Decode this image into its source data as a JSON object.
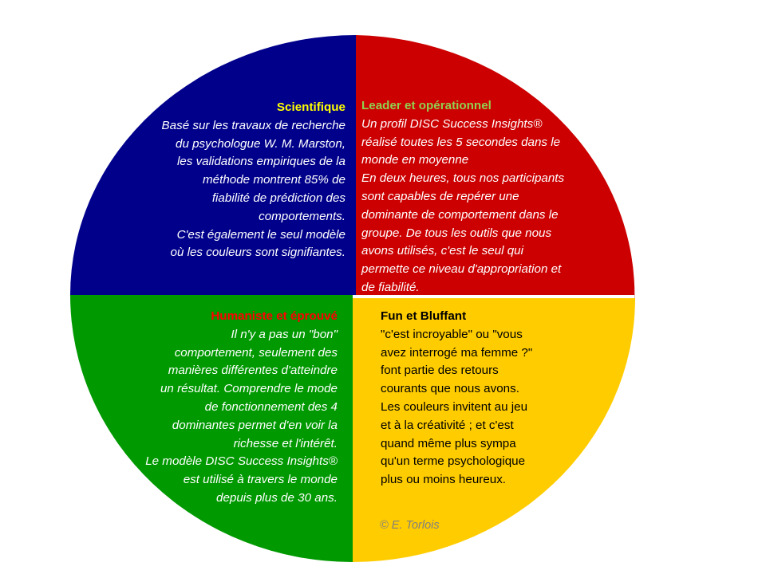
{
  "colors": {
    "scientifique": "#00008b",
    "leader": "#cc0000",
    "humaniste": "#009900",
    "fun": "#ffcc00"
  },
  "quadrants": {
    "scientifique": {
      "title": "Scientifique",
      "lines": [
        "Basé sur les travaux de recherche",
        "du psychologue W. M. Marston,",
        "les validations empiriques de la",
        "méthode montrent 85% de",
        "fiabilité de prédiction des",
        "comportements.",
        "C'est également le seul modèle",
        "où les couleurs sont signifiantes."
      ]
    },
    "leader": {
      "title": "Leader et opérationnel",
      "lines": [
        "Un profil DISC Success Insights®",
        "réalisé toutes les 5 secondes dans le",
        "monde en moyenne",
        "En deux heures, tous nos participants",
        "sont capables de repérer une",
        "dominante de comportement dans le",
        "groupe. De tous les outils que nous",
        "avons utilisés, c'est le seul qui",
        "permette ce niveau d'appropriation et",
        "de fiabilité."
      ]
    },
    "humaniste": {
      "title": "Humaniste et éprouvé",
      "lines": [
        "Il n'y a pas un \"bon\"",
        "comportement, seulement des",
        "manières différentes d'atteindre",
        "un résultat. Comprendre le mode",
        "de fonctionnement des 4",
        "dominantes permet d'en voir la",
        "richesse et l'intérêt.",
        "Le modèle DISC Success Insights®",
        "est utilisé à travers le monde",
        "depuis plus de 30 ans."
      ]
    },
    "fun": {
      "title": "Fun et Bluffant",
      "lines": [
        " \"c'est incroyable\" ou \"vous",
        "avez interrogé ma femme ?\"",
        "font partie des retours",
        "courants que nous avons.",
        "Les couleurs invitent au jeu",
        "et à la créativité ; et c'est",
        "quand même plus sympa",
        "qu'un terme psychologique",
        "plus ou moins heureux."
      ]
    }
  },
  "copyright": "© E. Torlois"
}
